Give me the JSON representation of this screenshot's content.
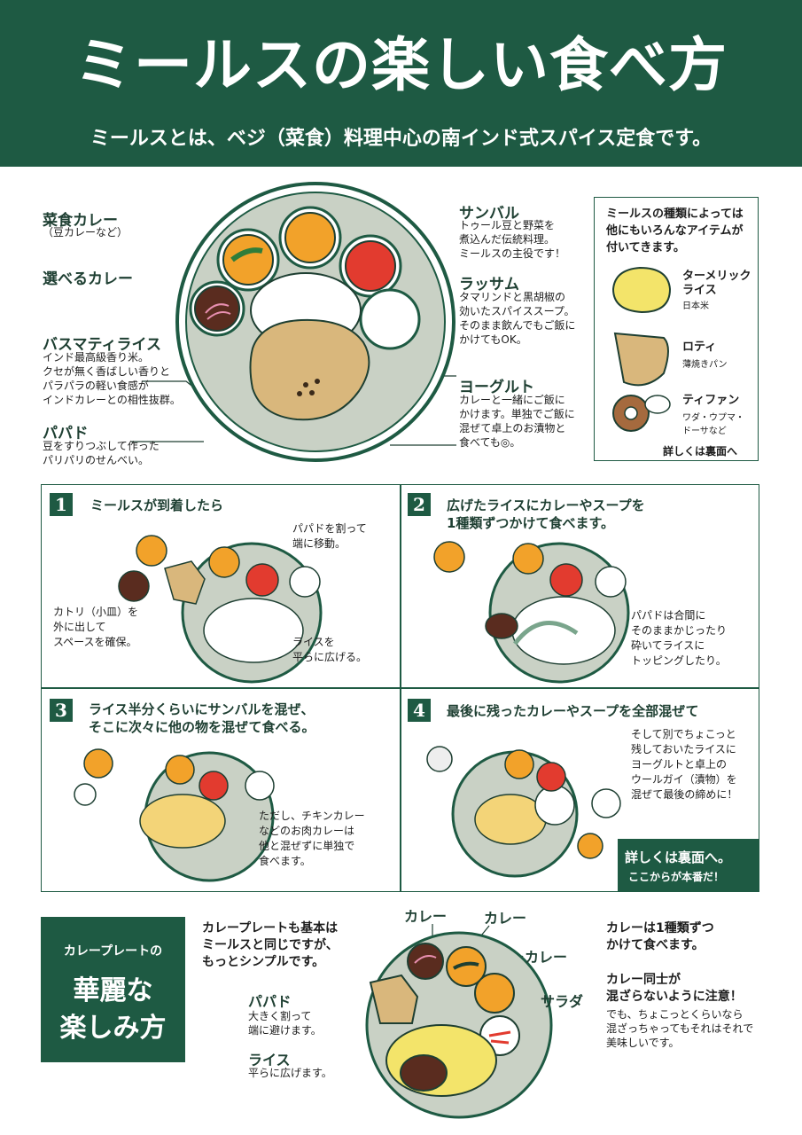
{
  "header": {
    "title": "ミールスの楽しい食べ方",
    "subtitle": "ミールスとは、ベジ（菜食）料理中心の南インド式スパイス定食です。"
  },
  "plate_labels": [
    {
      "name": "菜食カレー",
      "desc": "（豆カレーなど）"
    },
    {
      "name": "選べるカレー",
      "desc": ""
    },
    {
      "name": "バスマティライス",
      "desc": "インド最高級香り米。\nクセが無く香ばしい香りと\nパラパラの軽い食感が\nインドカレーとの相性抜群。"
    },
    {
      "name": "パパド",
      "desc": "豆をすりつぶして作った\nパリパリのせんべい。"
    },
    {
      "name": "サンバル",
      "desc": "トゥール豆と野菜を\n煮込んだ伝統料理。\nミールスの主役です！"
    },
    {
      "name": "ラッサム",
      "desc": "タマリンドと黒胡椒の\n効いたスパイススープ。\nそのまま飲んでもご飯に\nかけてもOK。"
    },
    {
      "name": "ヨーグルト",
      "desc": "カレーと一緒にご飯に\nかけます。単独でご飯に\n混ぜて卓上のお漬物と\n食べても◎。"
    }
  ],
  "sidebox": {
    "intro": "ミールスの種類によっては\n他にもいろんなアイテムが\n付いてきます。",
    "items": [
      {
        "name": "ターメリック\nライス",
        "sub": "日本米"
      },
      {
        "name": "ロティ",
        "sub": "薄焼きパン"
      },
      {
        "name": "ティファン",
        "sub": "ワダ・ウプマ・\nドーサなど"
      }
    ],
    "more": "詳しくは裏面へ"
  },
  "steps": [
    {
      "num": "1",
      "title": "ミールスが到着したら",
      "notes": [
        "パパドを割って\n端に移動。",
        "カトリ（小皿）を\n外に出して\nスペースを確保。",
        "ライスを\n平らに広げる。"
      ]
    },
    {
      "num": "2",
      "title": "広げたライスにカレーやスープを\n1種類ずつかけて食べます。",
      "notes": [
        "パパドは合間に\nそのままかじったり\n砕いてライスに\nトッピングしたり。"
      ]
    },
    {
      "num": "3",
      "title": "ライス半分くらいにサンバルを混ぜ、\nそこに次々に他の物を混ぜて食べる。",
      "notes": [
        "ただし、チキンカレー\nなどのお肉カレーは\n他と混ぜずに単独で\n食べます。"
      ]
    },
    {
      "num": "4",
      "title": "最後に残ったカレーやスープを全部混ぜて",
      "notes": [
        "そして別でちょこっと\n残しておいたライスに\nヨーグルトと卓上の\nウールガイ（漬物）を\n混ぜて最後の締めに！"
      ]
    }
  ],
  "callout": {
    "line1": "詳しくは裏面へ。",
    "line2": "ここからが本番だ！"
  },
  "curry_plate": {
    "box_small": "カレープレートの",
    "box_big1": "華麗な",
    "box_big2": "楽しみ方",
    "intro": "カレープレートも基本は\nミールスと同じですが、\nもっとシンプルです。",
    "papad_label": "パパド",
    "papad_desc": "大きく割って\n端に避けます。",
    "rice_label": "ライス",
    "rice_desc": "平らに広げます。",
    "curry1": "カレー",
    "curry2": "カレー",
    "curry3": "カレー",
    "salad": "サラダ",
    "tip1": "カレーは1種類ずつ\nかけて食べます。",
    "tip2": "カレー同士が\n混ざらないように注意！",
    "tip3": "でも、ちょこっとくらいなら\n混ざっちゃってもそれはそれで\n美味しいです。"
  },
  "colors": {
    "green": "#1e5a43",
    "orange": "#f2a22a",
    "red": "#e23b2f",
    "brown": "#5a2c1f",
    "papad": "#d9b77c",
    "plate": "#c9d1c5"
  }
}
